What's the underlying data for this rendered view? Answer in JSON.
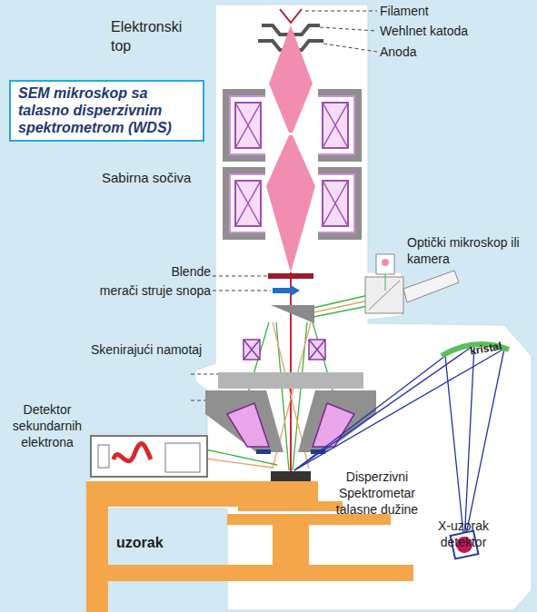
{
  "diagram": {
    "title": "SEM mikroskop sa talasno disperzivnim spektrometrom (WDS)",
    "labels": [
      "Filament",
      "Elektronski top",
      "Wehlnet katoda",
      "Anoda",
      "Sabirna sočiva",
      "Optički mikroskop ili kamera",
      "Blende",
      "merači struje snopa",
      "Skenirajući namotaj",
      "kristal",
      "Detektor sekundarnih elektrona",
      "Disperzivni Spektrometar talasne dužine",
      "X-uzorak detektor",
      "uzorak"
    ]
  }
}
